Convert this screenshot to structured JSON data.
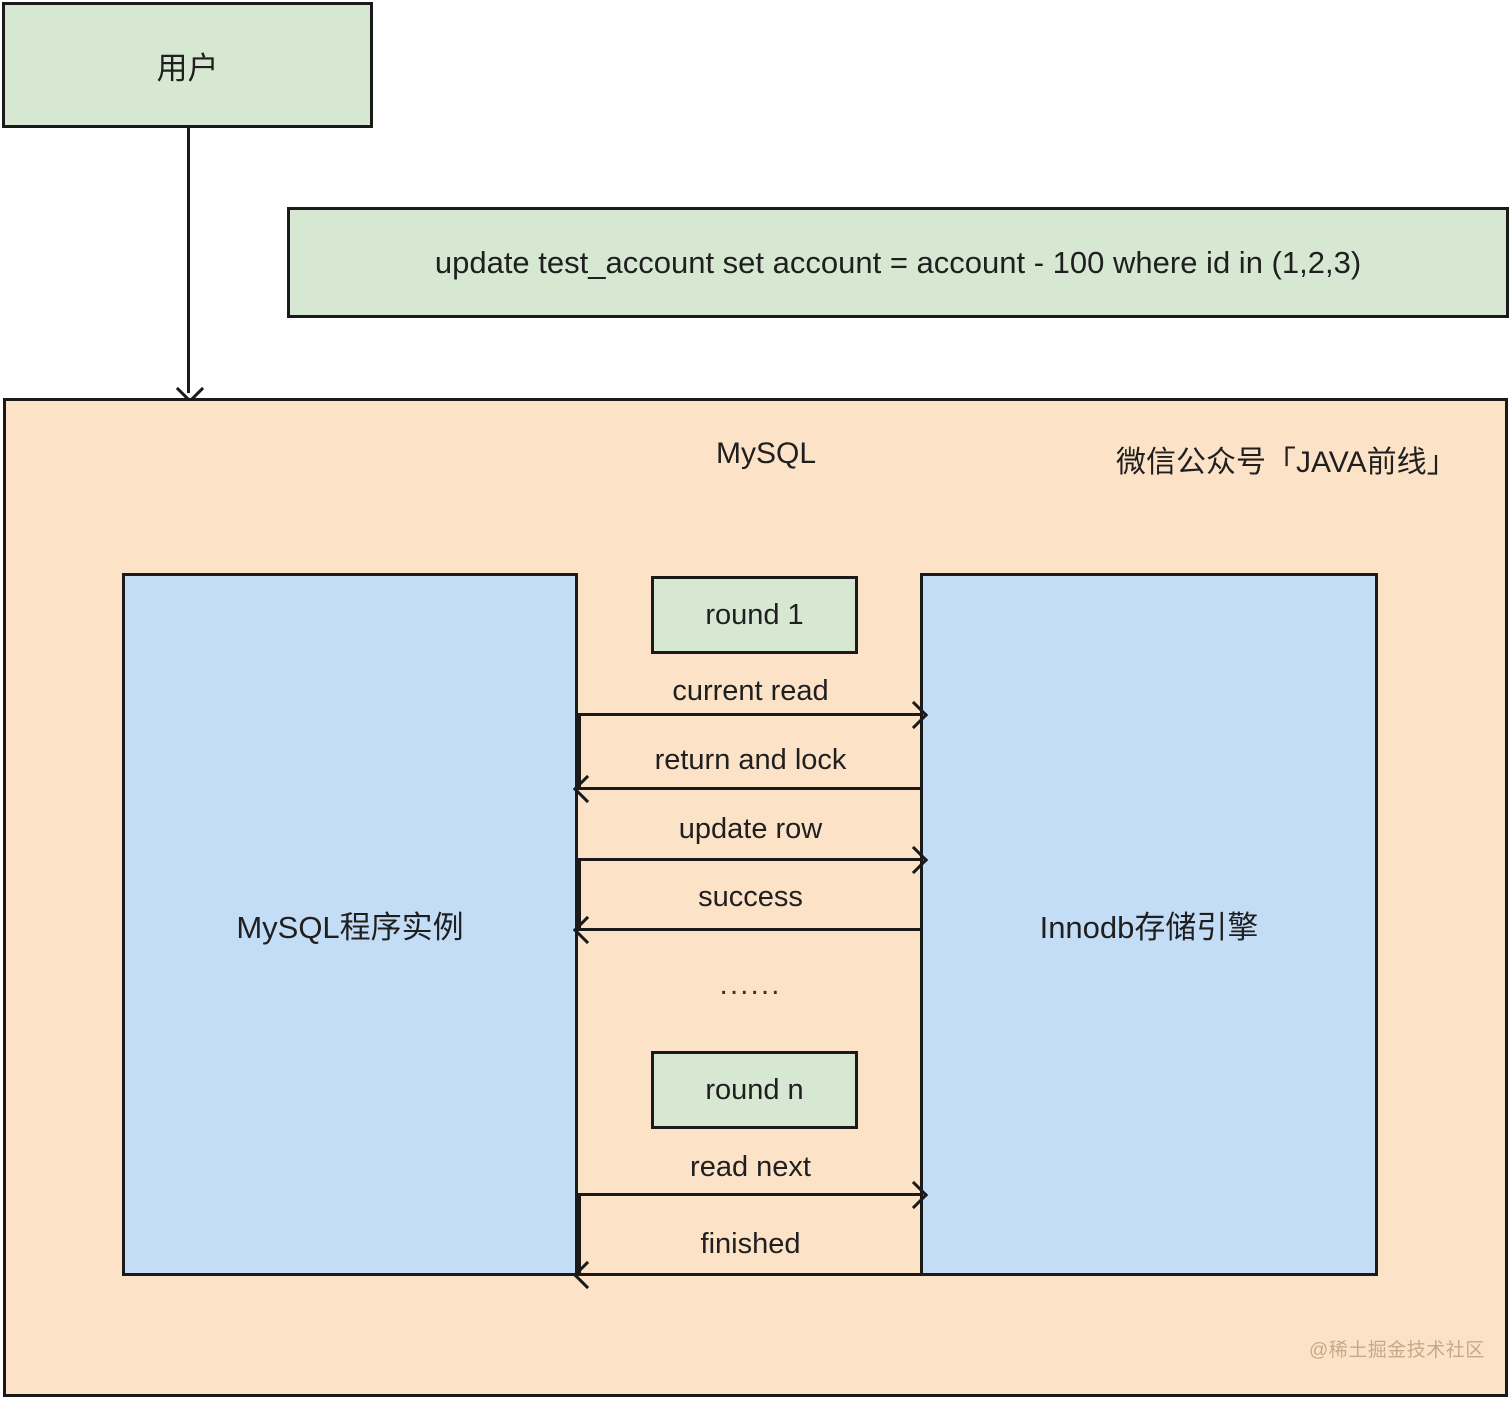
{
  "diagram": {
    "title": "MySQL current read / update row loop",
    "colors": {
      "green_fill": "#d7e8d2",
      "blue_fill": "#c4ddf6",
      "orange_fill": "#fce3c8",
      "stroke": "#1a1a1a",
      "watermark": "#c6a98a"
    }
  },
  "user": {
    "label": "用户"
  },
  "sql": {
    "statement": "update test_account set account = account - 100 where id in (1,2,3)"
  },
  "mysql": {
    "title": "MySQL",
    "wechat_label": "微信公众号「JAVA前线」",
    "watermark": "@稀土掘金技术社区",
    "instance_label": "MySQL程序实例",
    "engine_label": "Innodb存储引擎"
  },
  "rounds": {
    "first": "round 1",
    "last": "round n",
    "ellipsis": "......"
  },
  "messages": [
    {
      "label": "current read",
      "direction": "right"
    },
    {
      "label": "return and lock",
      "direction": "left"
    },
    {
      "label": "update row",
      "direction": "right"
    },
    {
      "label": "success",
      "direction": "left"
    },
    {
      "label": "read next",
      "direction": "right"
    },
    {
      "label": "finished",
      "direction": "left"
    }
  ]
}
